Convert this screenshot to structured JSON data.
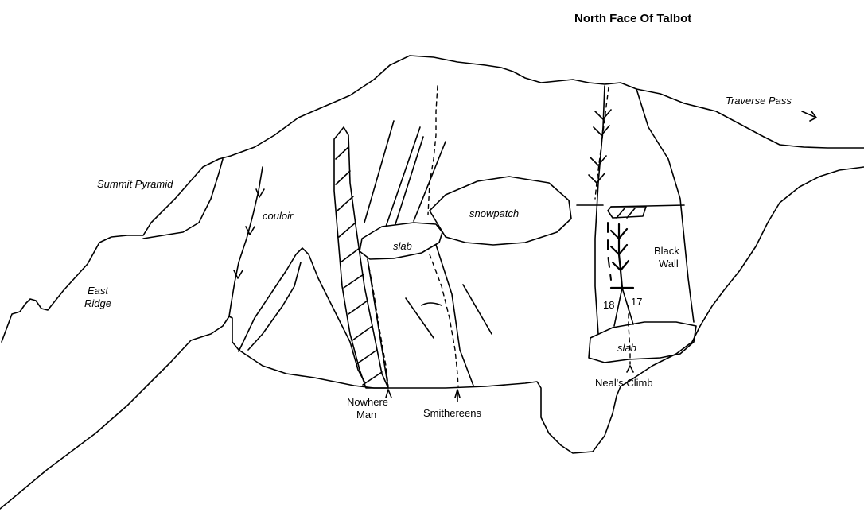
{
  "title": "North Face Of Talbot",
  "labels": {
    "traverse_pass": "Traverse Pass",
    "summit_pyramid": "Summit Pyramid",
    "couloir": "couloir",
    "snowpatch": "snowpatch",
    "slab_left": "slab",
    "slab_right": "slab",
    "black_wall_1": "Black",
    "black_wall_2": "Wall",
    "east_ridge_1": "East",
    "east_ridge_2": "Ridge",
    "route_18": "18",
    "route_17": "17",
    "nowhere_man_1": "Nowhere",
    "nowhere_man_2": "Man",
    "smithereens": "Smithereens",
    "neals_climb": "Neal's Climb"
  }
}
